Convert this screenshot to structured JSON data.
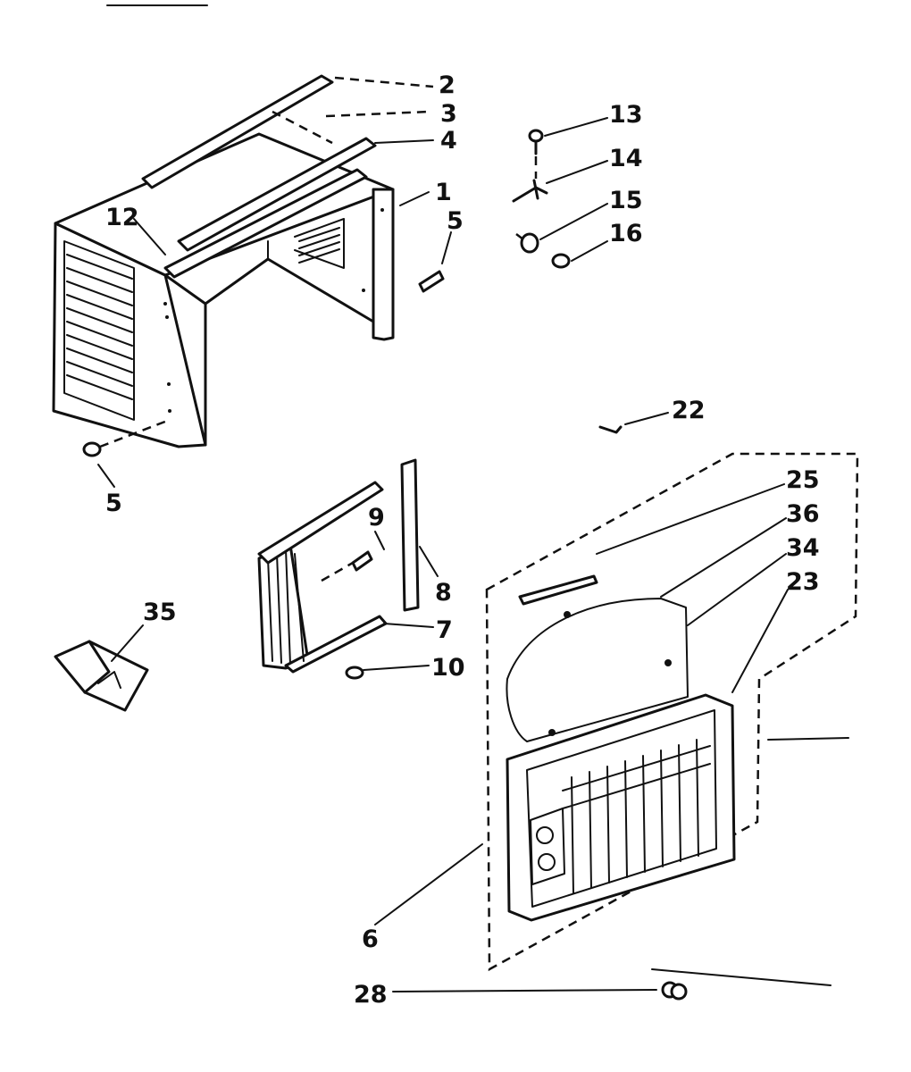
{
  "labels": {
    "p1": "1",
    "p2": "2",
    "p3": "3",
    "p4": "4",
    "p5a": "5",
    "p5b": "5",
    "p6": "6",
    "p7": "7",
    "p8": "8",
    "p9": "9",
    "p10": "10",
    "p12": "12",
    "p13": "13",
    "p14": "14",
    "p15": "15",
    "p16": "16",
    "p22": "22",
    "p23": "23",
    "p25": "25",
    "p28": "28",
    "p34": "34",
    "p35": "35",
    "p36": "36"
  },
  "colors": {
    "ink": "#111111",
    "paper": "#ffffff"
  }
}
